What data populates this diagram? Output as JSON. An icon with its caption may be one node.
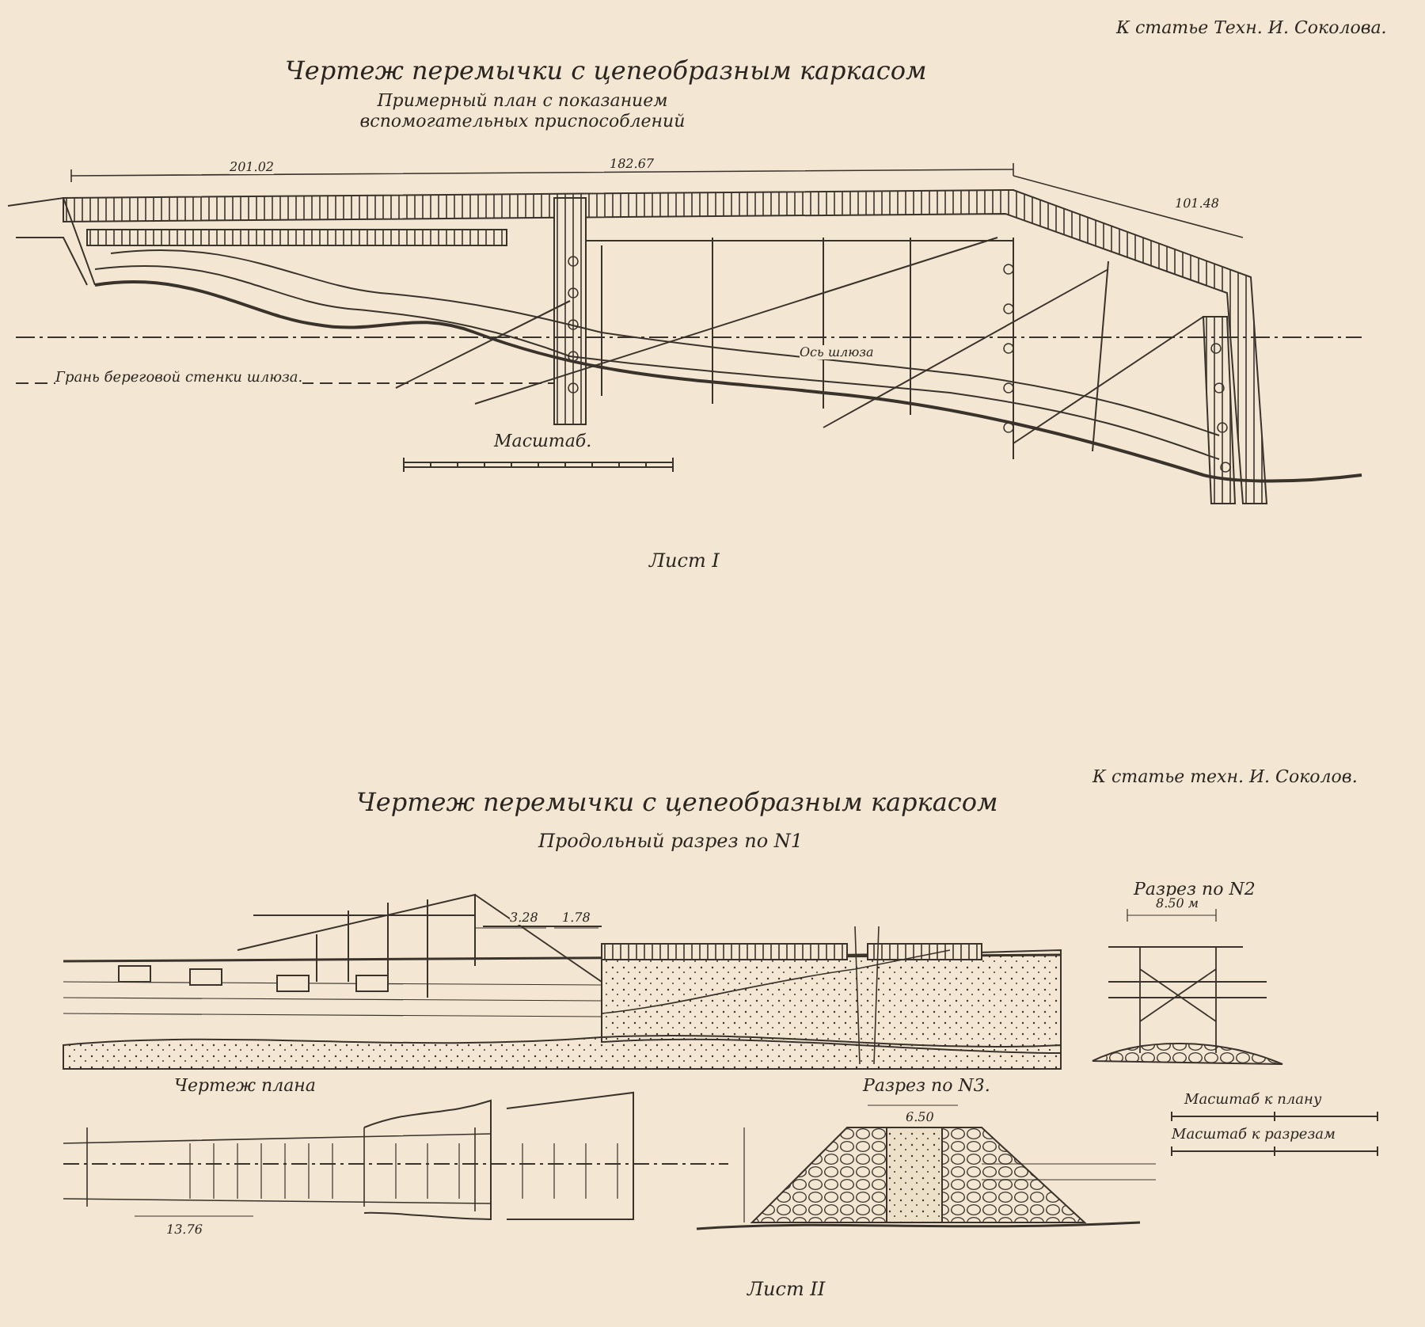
{
  "diagram": {
    "labels": [
      "К статье Техн. И. Соколова.",
      "Чертеж перемычки с цепеобразным каркасом",
      "Примерный план с показанием вспомогательных приспособлений",
      "201.02",
      "182.67",
      "101.48",
      "Ось шлюза",
      "Грань береговой стенки шлюза.",
      "Масштаб.",
      "Лист I",
      "К статье техн. И. Соколов.",
      "Чертеж перемычки с цепеобразным каркасом",
      "Продольный разрез по N1",
      "3.28",
      "1.78",
      "Разрез по N2",
      "8.50 м",
      "Чертеж плана",
      "13.76",
      "Разрез по N3.",
      "6.50",
      "Масштаб к плану",
      "Масштаб к разрезам",
      "Лист II"
    ]
  }
}
